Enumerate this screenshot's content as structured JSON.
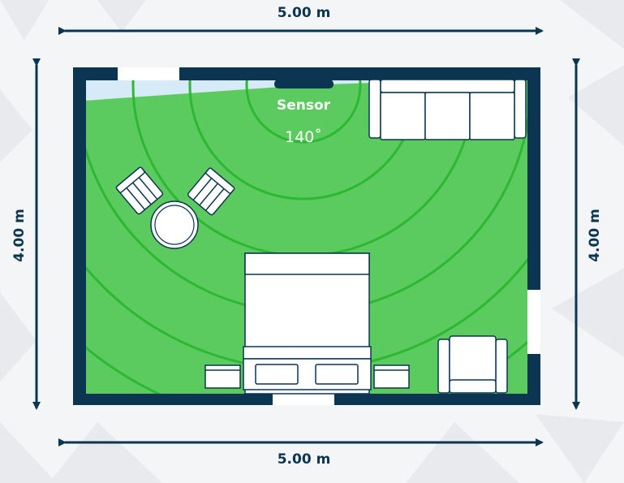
{
  "dimensions": {
    "top": "5.00 m",
    "bottom": "5.00 m",
    "left": "4.00 m",
    "right": "4.00 m"
  },
  "sensor": {
    "title": "Sensor",
    "angle": "140˚"
  },
  "colors": {
    "wall": "#0b3551",
    "coverage_fill": "#5ccb5f",
    "coverage_rings": "#2db834",
    "uncovered": "#d7eaf7",
    "furniture_fill": "#ffffff",
    "furniture_stroke": "#0b3551",
    "background": "#f4f5f7"
  }
}
